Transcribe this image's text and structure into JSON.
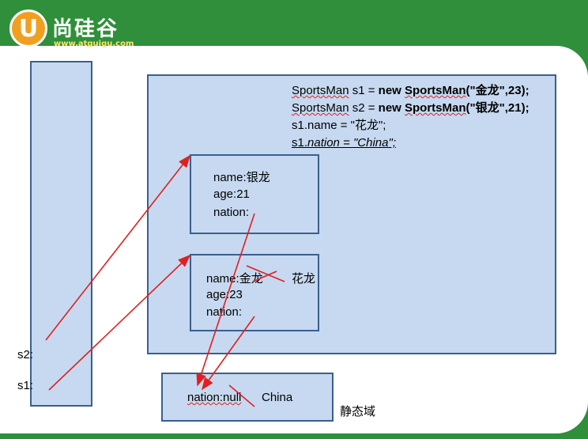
{
  "logo": {
    "mark": "U",
    "name": "尚硅谷",
    "url": "www.atguigu.com"
  },
  "code": {
    "line1": {
      "a": "SportsMan",
      "b": " s1 = ",
      "c": "new",
      "d": " ",
      "e": "SportsMan",
      "f": "(\"金龙\",23);"
    },
    "line2": {
      "a": "SportsMan",
      "b": " s2 = ",
      "c": "new",
      "d": " ",
      "e": "SportsMan",
      "f": "(\"银龙\",21);"
    },
    "line3": "s1.name = \"花龙\";",
    "line4": {
      "a": "s1.",
      "b": "nation = \"China\";"
    }
  },
  "object1": {
    "name": "name:银龙",
    "age": "age:21",
    "nation": "nation:"
  },
  "object2": {
    "name": "name:金龙",
    "replacement": "花龙",
    "age": "age:23",
    "nation": "nation:"
  },
  "stack": {
    "s2": "s2:",
    "s1": "s1:"
  },
  "static_area": {
    "field": "nation:null",
    "value": "China",
    "label": "静态域"
  },
  "colors": {
    "box_fill": "#c6d9f0",
    "box_border": "#3a5f8f",
    "arrow": "#e02020",
    "frame": "#2f8f3a"
  }
}
